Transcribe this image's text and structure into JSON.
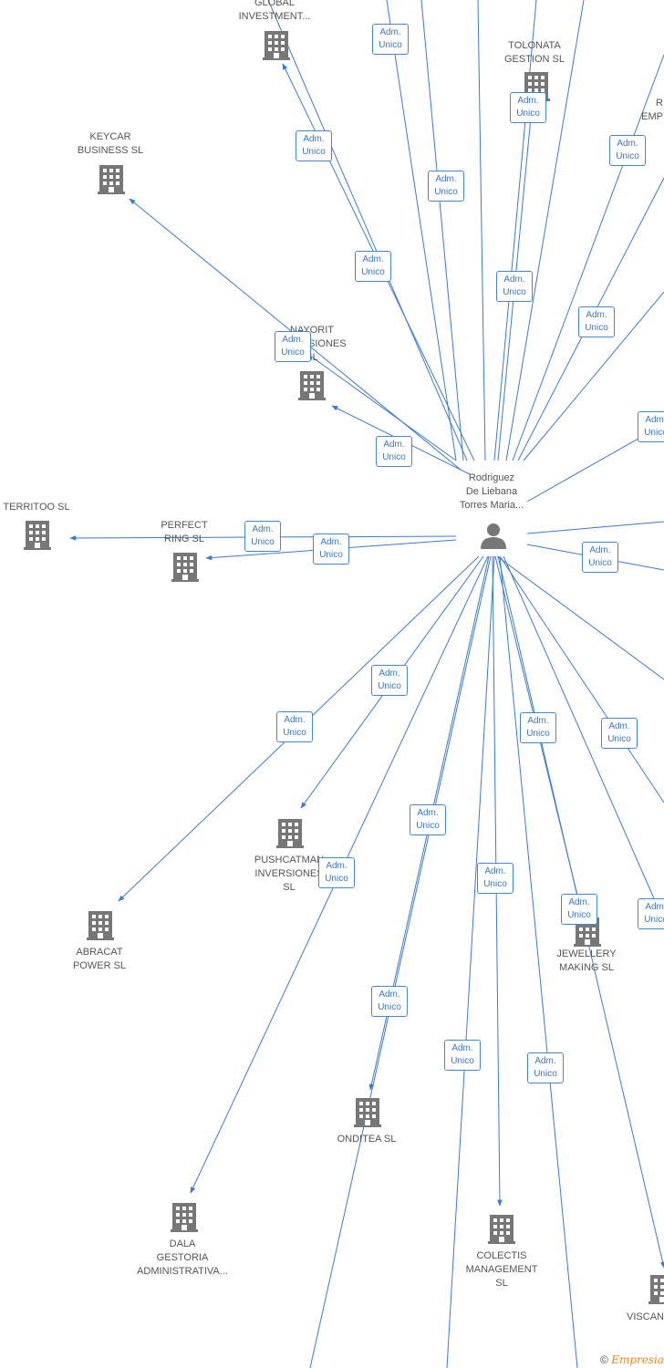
{
  "center": {
    "name_lines": [
      "Rodriguez",
      "De Liebana",
      "Torres Maria..."
    ]
  },
  "edge_label": {
    "line1": "Adm.",
    "line2": "Unico"
  },
  "companies": [
    {
      "id": "global",
      "lines": [
        "GLOBAL",
        "INVESTMENT..."
      ]
    },
    {
      "id": "tolonata",
      "lines": [
        "TOLONATA",
        "GESTION SL"
      ]
    },
    {
      "id": "r-emp",
      "lines": [
        "R",
        "EMP"
      ]
    },
    {
      "id": "keycar",
      "lines": [
        "KEYCAR",
        "BUSINESS SL"
      ]
    },
    {
      "id": "nayorit",
      "lines": [
        "NAYORIT",
        "INVERSIONES",
        "SL"
      ]
    },
    {
      "id": "territoo",
      "lines": [
        "TERRITOO SL"
      ]
    },
    {
      "id": "perfect",
      "lines": [
        "PERFECT",
        "RING SL"
      ]
    },
    {
      "id": "pushcatman",
      "lines": [
        "PUSHCATMAN",
        "INVERSIONES",
        "SL"
      ]
    },
    {
      "id": "abracat",
      "lines": [
        "ABRACAT",
        "POWER SL"
      ]
    },
    {
      "id": "jewellery",
      "lines": [
        "JEWELLERY",
        "MAKING SL"
      ]
    },
    {
      "id": "onditea",
      "lines": [
        "ONDITEA SL"
      ]
    },
    {
      "id": "dala",
      "lines": [
        "DALA",
        "GESTORIA",
        "ADMINISTRATIVA..."
      ]
    },
    {
      "id": "colectis",
      "lines": [
        "COLECTIS",
        "MANAGEMENT",
        "SL"
      ]
    },
    {
      "id": "viscan",
      "lines": [
        "VISCAN"
      ]
    }
  ],
  "copyright": {
    "symbol": "©",
    "brand": "Empresia"
  },
  "colors": {
    "edge": "#3a7bd5",
    "building": "#777777",
    "person": "#777777"
  }
}
